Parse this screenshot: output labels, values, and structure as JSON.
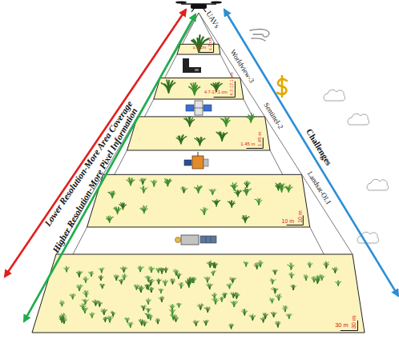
{
  "diagram": {
    "labels": [
      "Lower Resolution-More Area Coverage",
      "Higher Resolution-More Pixel Information",
      "Challenges",
      "UAVs",
      "Worldview-3",
      "Sentinel-2",
      "Landsat-OLI",
      "≤ 2 cm",
      "≤ 2 cm",
      "4.7-17.1 cm",
      "4.7-17.1 cm",
      "1.45 m",
      "1.45 m",
      "10 m",
      "10 m",
      "30 m",
      "30 m"
    ]
  }
}
